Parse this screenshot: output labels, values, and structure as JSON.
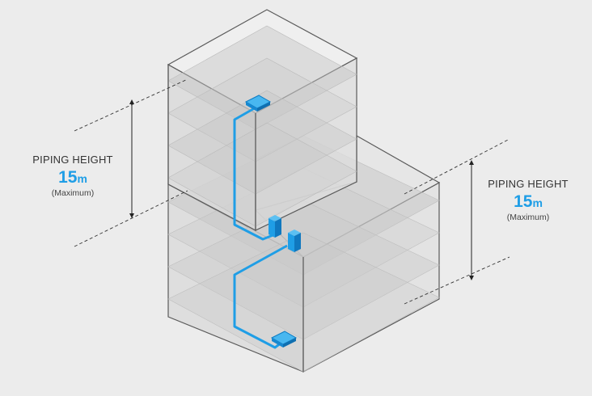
{
  "colors": {
    "background": "#ececec",
    "piping": "#1f9ee6",
    "unit_fill": "#1fa3ea",
    "building_edge": "#555555"
  },
  "annotations": {
    "left": {
      "title": "PIPING HEIGHT",
      "value": "15",
      "unit": "m",
      "note": "(Maximum)"
    },
    "right": {
      "title": "PIPING HEIGHT",
      "value": "15",
      "unit": "m",
      "note": "(Maximum)"
    }
  }
}
